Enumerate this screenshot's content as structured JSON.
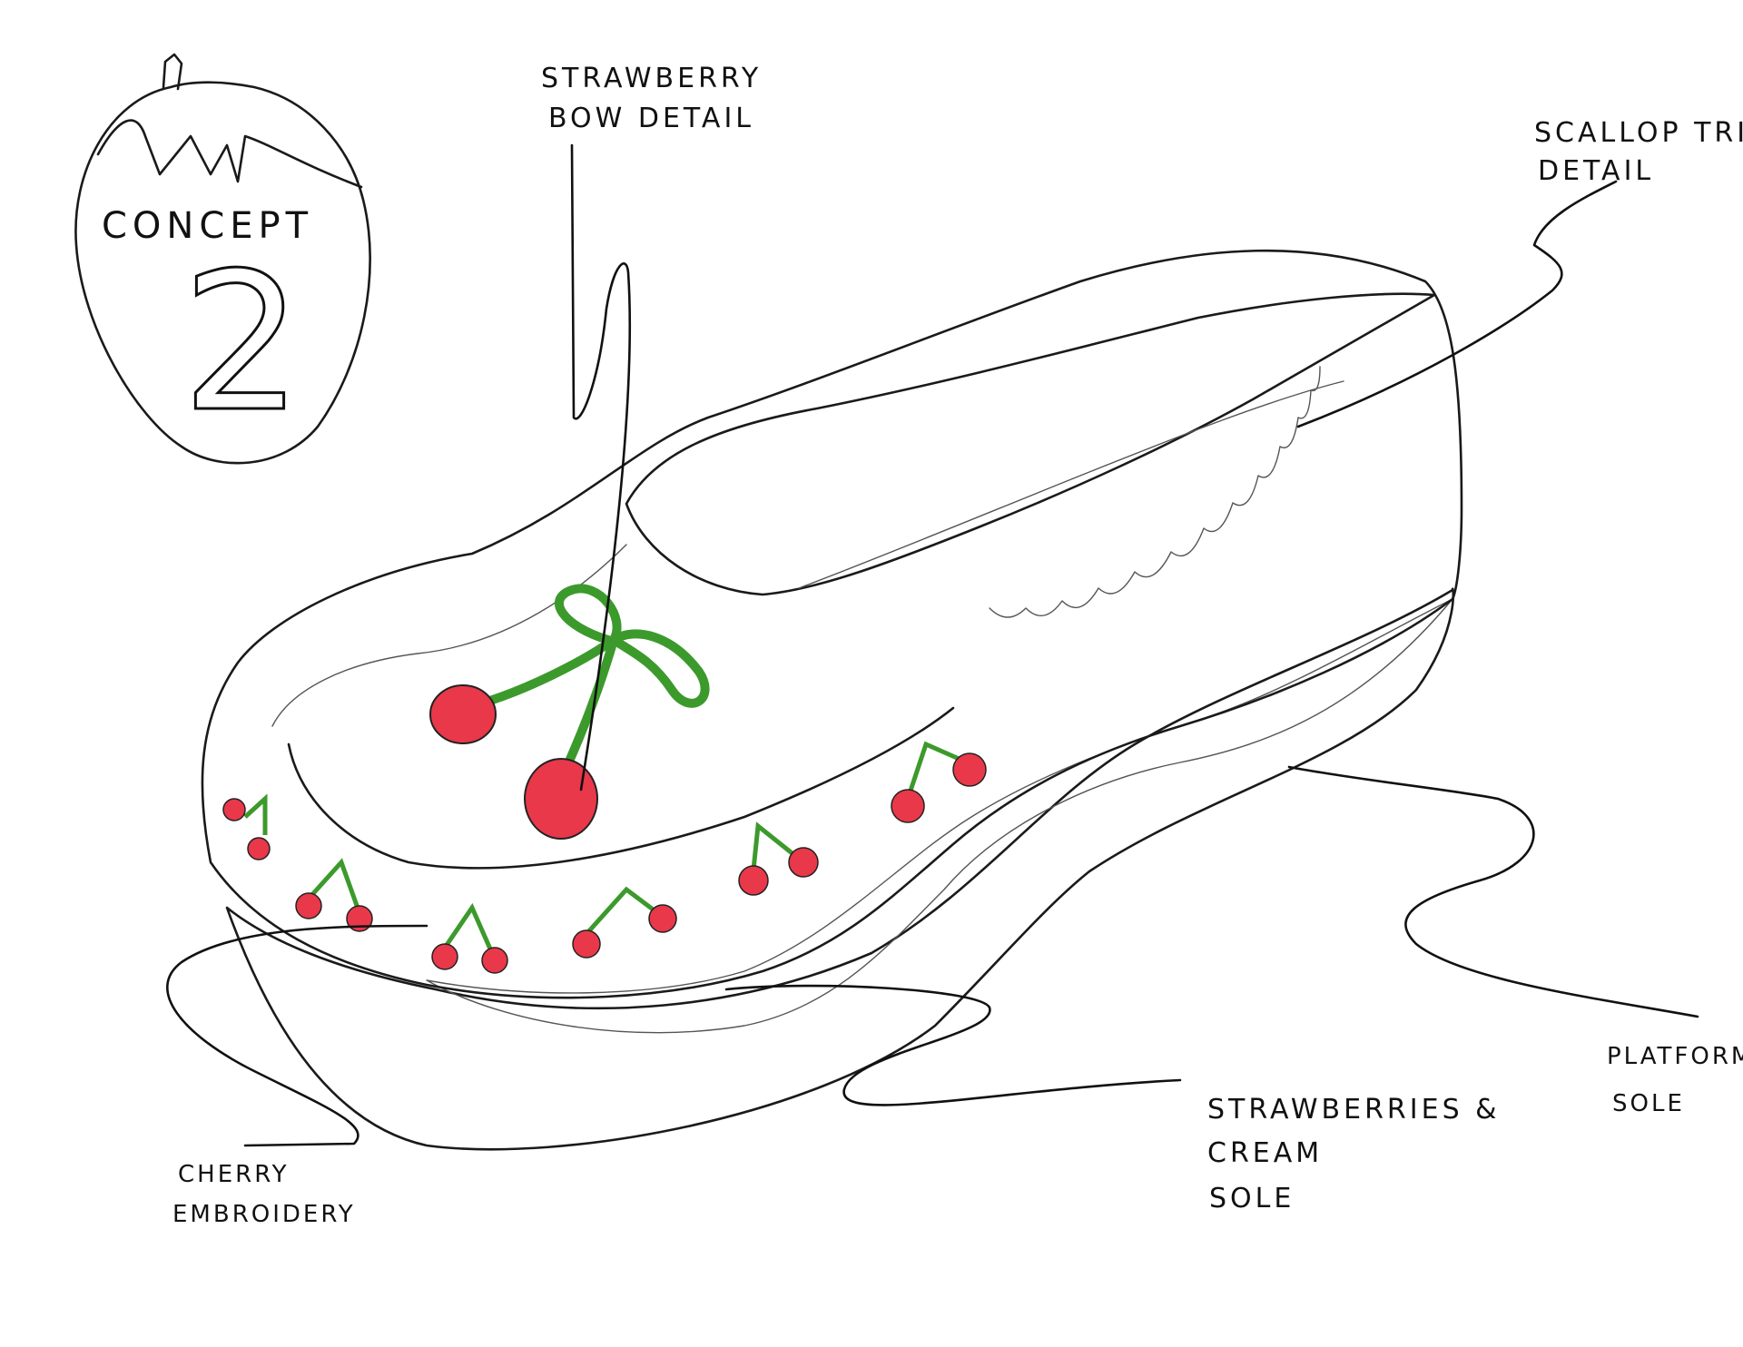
{
  "concept": {
    "title": "CONCEPT",
    "number": "2"
  },
  "labels": {
    "bow_line1": "STRAWBERRY",
    "bow_line2": "BOW DETAIL",
    "scallop_line1": "SCALLOP TRIM",
    "scallop_line2": "DETAIL",
    "cherry_line1": "CHERRY",
    "cherry_line2": "EMBROIDERY",
    "sc_line1": "STRAWBERRIES &",
    "sc_line2": "CREAM",
    "sc_line3": "SOLE",
    "platform_line1": "PLATFORM",
    "platform_line2": "SOLE"
  },
  "colors": {
    "upper": "#fbf3a6",
    "pink_layer": "#f6c3d2",
    "cream_sole": "#fdf3e1",
    "cherry_red": "#e8384a",
    "stem_green": "#3c9a2c",
    "scallop_white": "#ffffff"
  }
}
